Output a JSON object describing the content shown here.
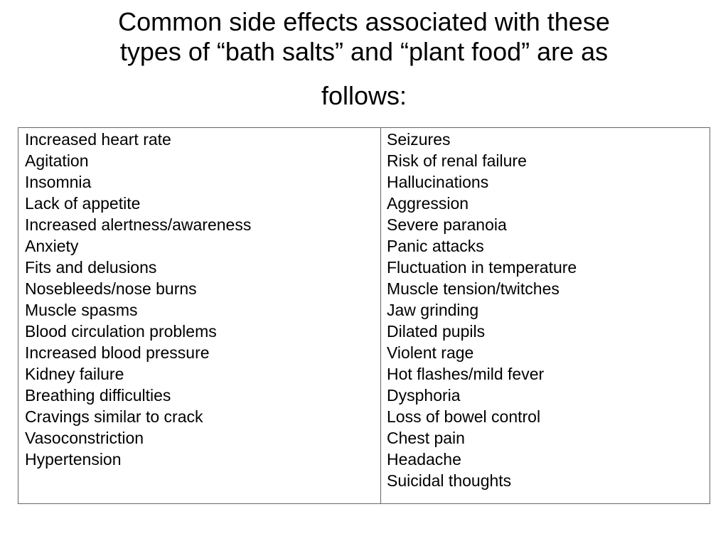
{
  "title": {
    "line1": "Common side effects associated with these",
    "line2": "types of “bath salts” and “plant food” are as",
    "line3": "follows:"
  },
  "table": {
    "left_column": [
      "Increased heart rate",
      "Agitation",
      "Insomnia",
      "Lack of appetite",
      "Increased alertness/awareness",
      "Anxiety",
      "Fits and delusions",
      "Nosebleeds/nose burns",
      "Muscle spasms",
      "Blood circulation problems",
      "Increased blood pressure",
      "Kidney failure",
      "Breathing difficulties",
      "Cravings similar to crack",
      "Vasoconstriction",
      "Hypertension"
    ],
    "right_column": [
      "Seizures",
      "Risk of renal failure",
      "Hallucinations",
      "Aggression",
      "Severe paranoia",
      "Panic attacks",
      "Fluctuation in temperature",
      "Muscle tension/twitches",
      "Jaw grinding",
      "Dilated pupils",
      "Violent rage",
      "Hot flashes/mild fever",
      "Dysphoria",
      "Loss of bowel control",
      "Chest pain",
      "Headache",
      "Suicidal thoughts"
    ]
  }
}
